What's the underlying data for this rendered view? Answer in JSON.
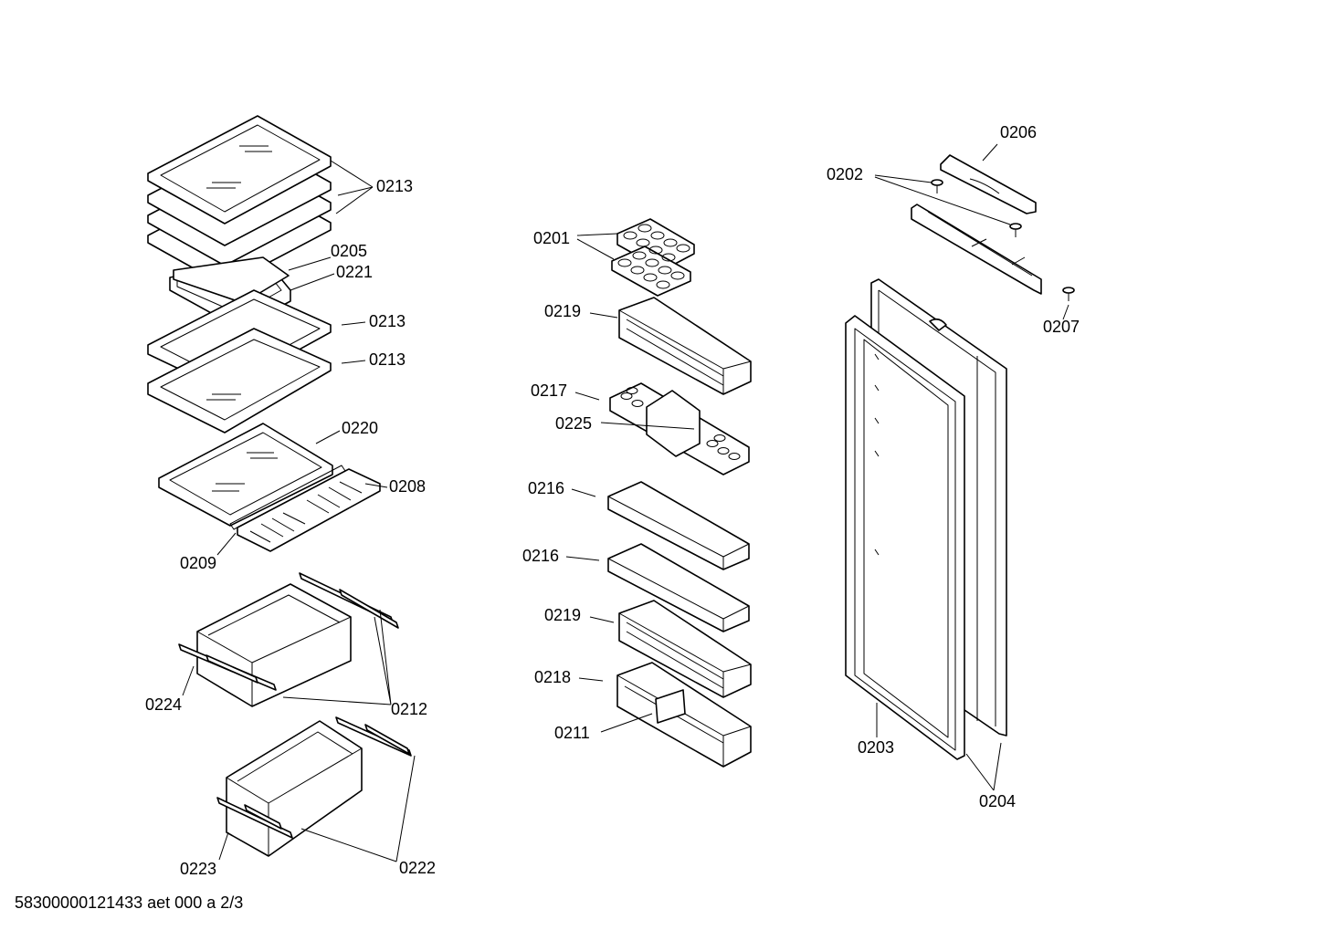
{
  "diagram": {
    "footer_text": "58300000121433 aet 000 a 2/3",
    "labels": {
      "p0213_a": "0213",
      "p0205": "0205",
      "p0221": "0221",
      "p0213_b": "0213",
      "p0213_c": "0213",
      "p0220": "0220",
      "p0208": "0208",
      "p0209": "0209",
      "p0224": "0224",
      "p0212": "0212",
      "p0223": "0223",
      "p0222": "0222",
      "p0201": "0201",
      "p0219_a": "0219",
      "p0217": "0217",
      "p0225": "0225",
      "p0216_a": "0216",
      "p0216_b": "0216",
      "p0219_b": "0219",
      "p0218": "0218",
      "p0211": "0211",
      "p0206": "0206",
      "p0202": "0202",
      "p0207": "0207",
      "p0203": "0203",
      "p0204": "0204"
    }
  }
}
